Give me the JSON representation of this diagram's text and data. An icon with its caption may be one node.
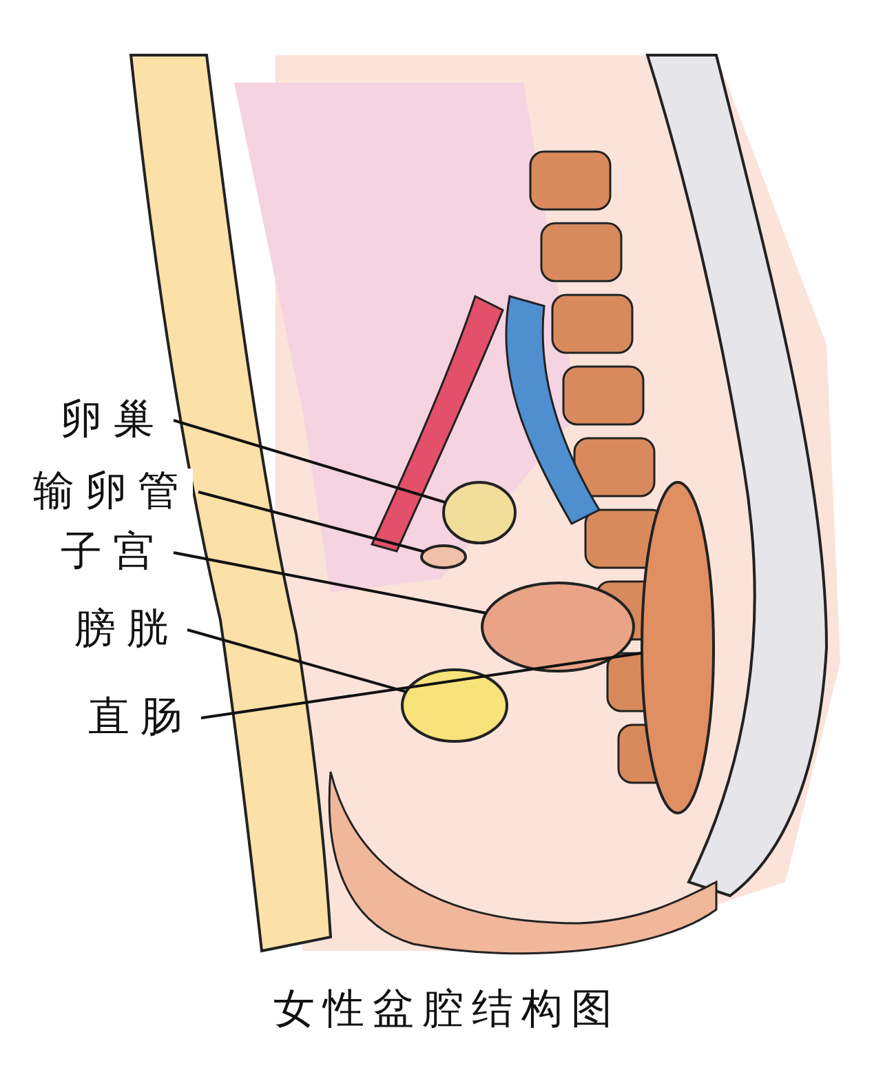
{
  "diagram": {
    "caption": "女性盆腔结构图",
    "nodes": [
      {
        "text": [
          "卵巢"
        ]
      },
      {
        "text": [
          "输卵管"
        ]
      },
      {
        "text": [
          "子宫"
        ]
      },
      {
        "text": [
          "膀胱"
        ]
      },
      {
        "text": [
          "直肠"
        ]
      },
      {
        "text": [],
        "shape": "circle"
      },
      {
        "text": [],
        "shape": "circle"
      },
      {
        "text": [],
        "shape": "circle"
      },
      {
        "text": [],
        "shape": "circle"
      },
      {
        "text": [],
        "shape": "circle"
      }
    ],
    "edges": [
      {
        "from": 0,
        "to": 5,
        "arrow": "none"
      },
      {
        "from": 1,
        "to": 6,
        "arrow": "none"
      },
      {
        "from": 2,
        "to": 7,
        "arrow": "none"
      },
      {
        "from": 3,
        "to": 8,
        "arrow": "none"
      },
      {
        "from": 4,
        "to": 9,
        "arrow": "none"
      }
    ]
  }
}
